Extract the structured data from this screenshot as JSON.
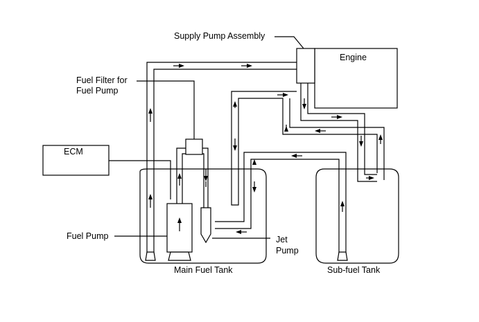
{
  "labels": {
    "supply_pump": "Supply Pump Assembly",
    "engine": "Engine",
    "fuel_filter_line1": "Fuel Filter for",
    "fuel_filter_line2": "Fuel Pump",
    "ecm": "ECM",
    "fuel_pump": "Fuel Pump",
    "jet_pump_line1": "Jet",
    "jet_pump_line2": "Pump",
    "main_tank": "Main Fuel Tank",
    "sub_tank": "Sub-fuel Tank"
  }
}
